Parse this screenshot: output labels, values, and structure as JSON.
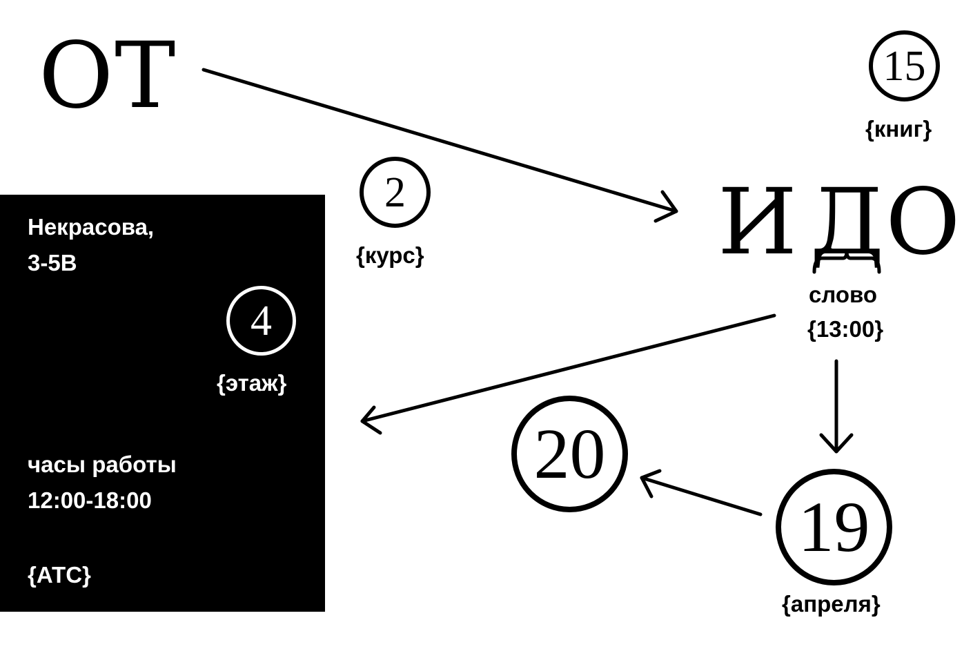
{
  "colors": {
    "background": "#ffffff",
    "ink": "#000000",
    "panel_bg": "#000000",
    "panel_text": "#ffffff"
  },
  "words": {
    "from": "ОТ",
    "and": "И",
    "to": "ДО",
    "bracket_caption": "слово",
    "bracket_time": "{13:00}"
  },
  "badges": {
    "books": {
      "number": "15",
      "caption": "{книг}"
    },
    "course": {
      "number": "2",
      "caption": "{курс}"
    },
    "floor": {
      "number": "4",
      "caption": "{этаж}"
    },
    "day": {
      "number": "19",
      "caption": "{апреля}"
    },
    "year": {
      "number": "20"
    }
  },
  "panel": {
    "address_line1": "Некрасова,",
    "address_line2": "3-5В",
    "hours_label": "часы работы",
    "hours_value": "12:00-18:00",
    "place": "{АТС}"
  }
}
